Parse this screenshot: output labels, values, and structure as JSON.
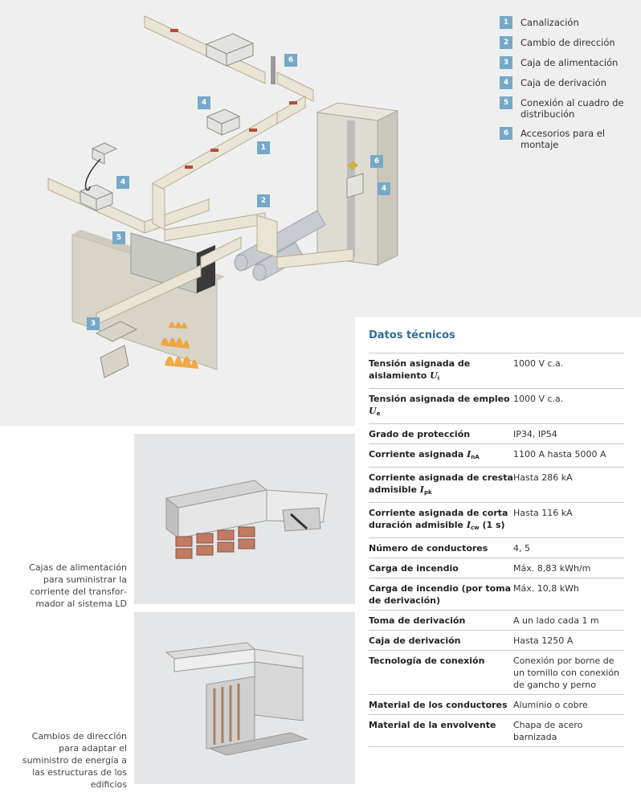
{
  "legend": [
    {
      "num": "1",
      "label": "Canalización"
    },
    {
      "num": "2",
      "label": "Cambio de dirección"
    },
    {
      "num": "3",
      "label": "Caja de alimentación"
    },
    {
      "num": "4",
      "label": "Caja de derivación"
    },
    {
      "num": "5",
      "label": "Conexión al cuadro de distribución"
    },
    {
      "num": "6",
      "label": "Accesorios para el montaje"
    }
  ],
  "diagram_badges": [
    "6",
    "4",
    "1",
    "4",
    "2",
    "5",
    "6",
    "4",
    "3"
  ],
  "tech": {
    "title": "Datos técnicos",
    "rows": [
      {
        "k1": "Tensión asignada de aislamiento ",
        "sym": "U",
        "sub": "i",
        "k2": "",
        "v": "1000 V c.a."
      },
      {
        "k1": "Tensión asignada de empleo ",
        "sym": "U",
        "sub": "e",
        "k2": "",
        "v": "1000 V c.a."
      },
      {
        "k1": "Grado de protección",
        "sym": "",
        "sub": "",
        "k2": "",
        "v": "IP34, IP54"
      },
      {
        "k1": "Corriente asignada ",
        "sym": "I",
        "sub": "nA",
        "k2": "",
        "v": "1100 A hasta 5000 A"
      },
      {
        "k1": "Corriente asignada de cresta admisible ",
        "sym": "I",
        "sub": "pk",
        "k2": "",
        "v": "Hasta 286 kA"
      },
      {
        "k1": "Corriente asignada de corta duración admisible ",
        "sym": "I",
        "sub": "cw",
        "k2": " (1 s)",
        "v": "Hasta 116 kA"
      },
      {
        "k1": "Número de conductores",
        "sym": "",
        "sub": "",
        "k2": "",
        "v": "4, 5"
      },
      {
        "k1": "Carga de incendio",
        "sym": "",
        "sub": "",
        "k2": "",
        "v": "Máx. 8,83 kWh/m"
      },
      {
        "k1": "Carga de incendio (por toma de derivación)",
        "sym": "",
        "sub": "",
        "k2": "",
        "v": "Máx. 10,8 kWh"
      },
      {
        "k1": "Toma de derivación",
        "sym": "",
        "sub": "",
        "k2": "",
        "v": "A un lado cada 1 m"
      },
      {
        "k1": "Caja de derivación",
        "sym": "",
        "sub": "",
        "k2": "",
        "v": "Hasta 1250 A"
      },
      {
        "k1": "Tecnología de conexión",
        "sym": "",
        "sub": "",
        "k2": "",
        "v": "Conexión por borne de un tornillo con conexión de gancho y perno"
      },
      {
        "k1": "Material de los conductores",
        "sym": "",
        "sub": "",
        "k2": "",
        "v": "Aluminio o cobre"
      },
      {
        "k1": "Material de la envolvente",
        "sym": "",
        "sub": "",
        "k2": "",
        "v": "Chapa de acero barnizada"
      }
    ]
  },
  "captions": {
    "photo1": "Cajas de alimentación para suministrar la corriente del transfor­mador al sistema LD",
    "photo2": "Cambios de dirección para adaptar el suministro de energía a las estructuras de los edificios"
  },
  "colors": {
    "accent": "#76a9c7",
    "title": "#2f6f9a",
    "diagram_bg": "#efefef",
    "photo_bg": "#e4e6e7"
  }
}
